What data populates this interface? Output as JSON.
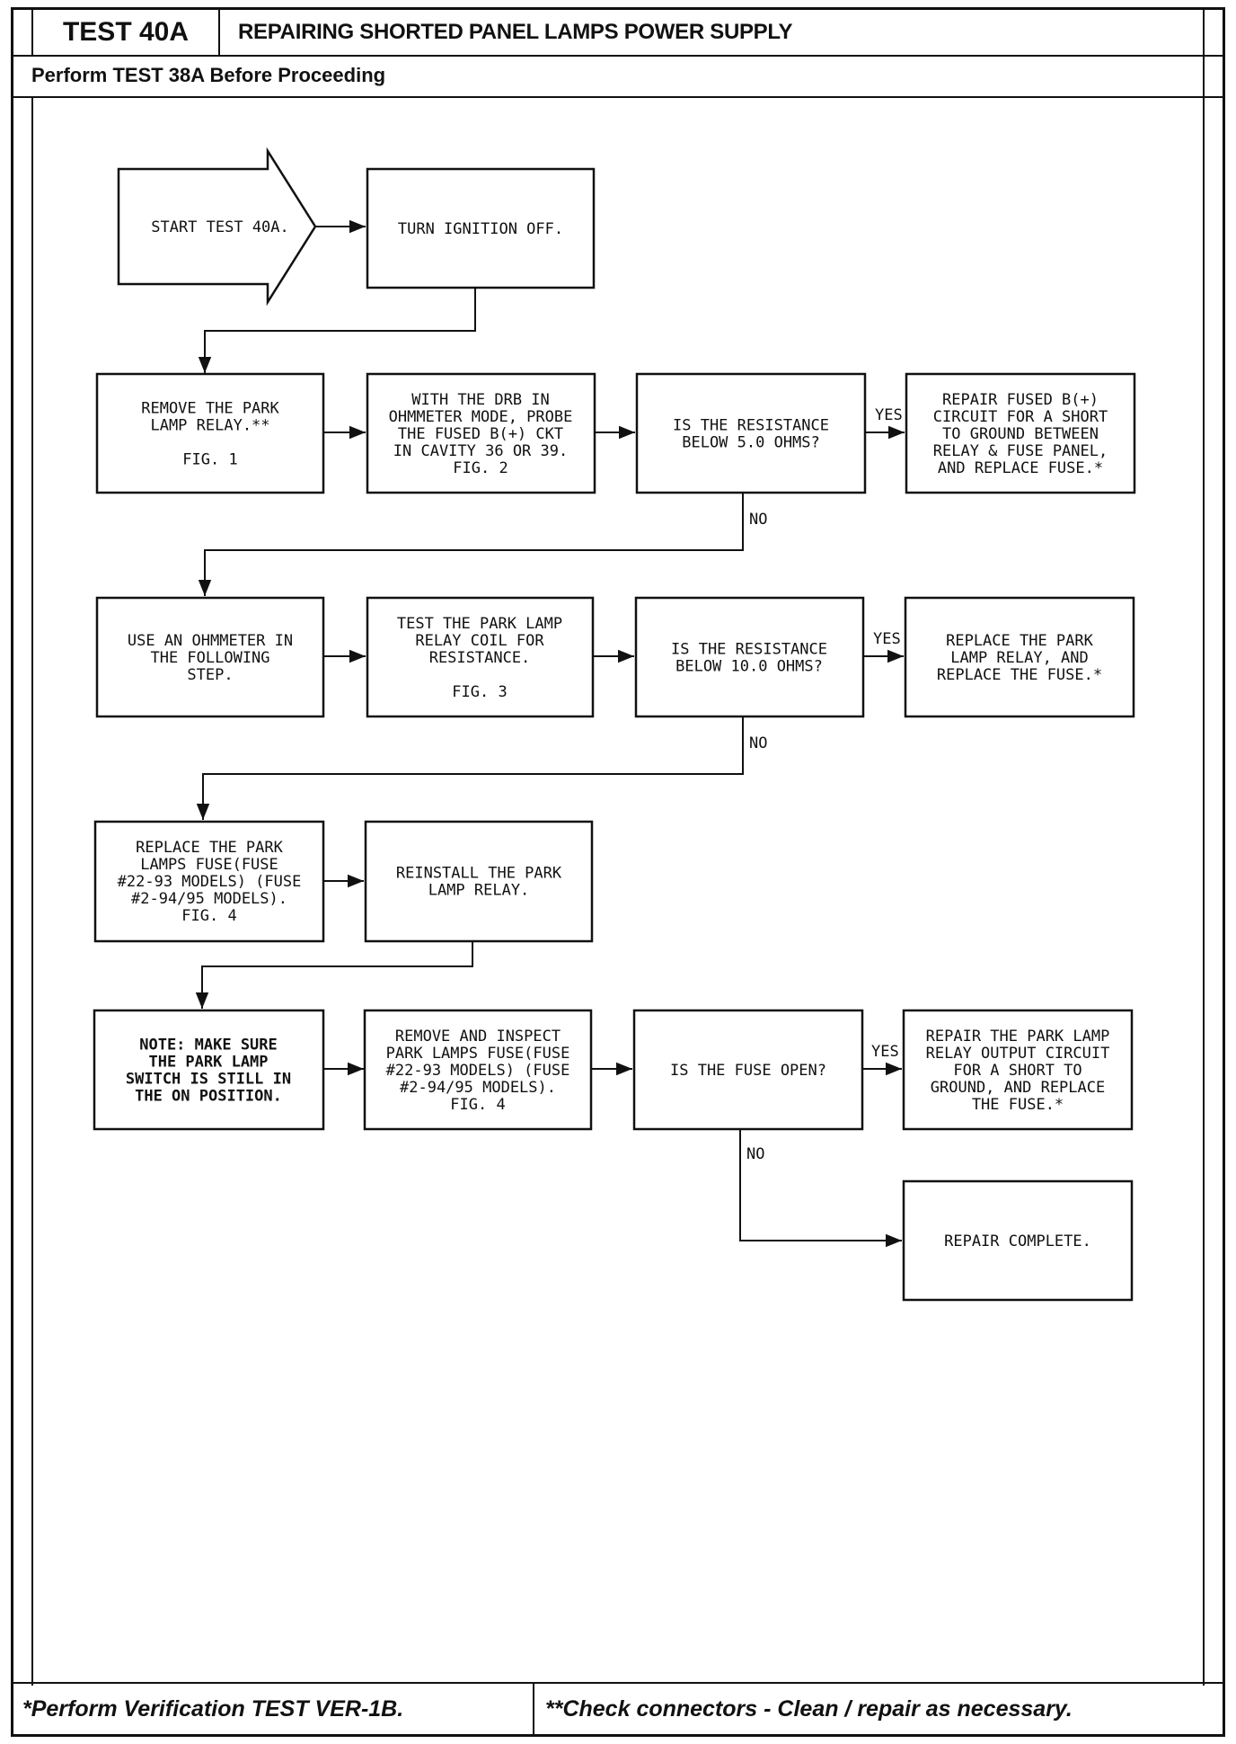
{
  "header": {
    "test_id": "TEST 40A",
    "title": "REPAIRING SHORTED PANEL LAMPS POWER SUPPLY",
    "prerequisite": "Perform TEST 38A Before Proceeding"
  },
  "footer": {
    "note_single": "*Perform Verification TEST VER-1B.",
    "note_double": "**Check connectors - Clean / repair as necessary."
  },
  "flowchart": {
    "start": {
      "lines": [
        "START TEST 40A."
      ]
    },
    "ignition_off": {
      "lines": [
        "TURN IGNITION OFF."
      ]
    },
    "remove_relay": {
      "lines": [
        "REMOVE THE PARK",
        "LAMP RELAY.**",
        "",
        "FIG. 1"
      ]
    },
    "probe_fused": {
      "lines": [
        "WITH THE DRB IN",
        "OHMMETER MODE, PROBE",
        "THE FUSED B(+) CKT",
        "IN CAVITY 36 OR 39.",
        "FIG. 2"
      ]
    },
    "q_res_5": {
      "lines": [
        "IS THE RESISTANCE",
        "BELOW 5.0 OHMS?"
      ]
    },
    "repair_fused": {
      "lines": [
        "REPAIR FUSED B(+)",
        "CIRCUIT FOR A SHORT",
        "TO GROUND BETWEEN",
        "RELAY & FUSE PANEL,",
        "AND REPLACE FUSE.*"
      ]
    },
    "use_ohmmeter": {
      "lines": [
        "USE AN OHMMETER IN",
        "THE FOLLOWING",
        "STEP."
      ]
    },
    "test_coil": {
      "lines": [
        "TEST THE PARK LAMP",
        "RELAY COIL FOR",
        "RESISTANCE.",
        "",
        "FIG. 3"
      ]
    },
    "q_res_10": {
      "lines": [
        "IS THE RESISTANCE",
        "BELOW 10.0 OHMS?"
      ]
    },
    "replace_relay": {
      "lines": [
        "REPLACE THE PARK",
        "LAMP RELAY, AND",
        "REPLACE THE FUSE.*"
      ]
    },
    "replace_fuse": {
      "lines": [
        "REPLACE THE PARK",
        "LAMPS FUSE(FUSE",
        "#22-93 MODELS) (FUSE",
        "#2-94/95 MODELS).",
        "FIG. 4"
      ]
    },
    "reinstall_relay": {
      "lines": [
        "REINSTALL THE PARK",
        "LAMP RELAY."
      ]
    },
    "note_switch": {
      "lines": [
        "NOTE: MAKE SURE",
        "THE PARK LAMP",
        "SWITCH IS STILL IN",
        "THE ON POSITION."
      ]
    },
    "inspect_fuse": {
      "lines": [
        "REMOVE AND INSPECT",
        "PARK LAMPS FUSE(FUSE",
        "#22-93 MODELS) (FUSE",
        "#2-94/95 MODELS).",
        "FIG. 4"
      ]
    },
    "q_fuse_open": {
      "lines": [
        "IS THE FUSE OPEN?"
      ]
    },
    "repair_output": {
      "lines": [
        "REPAIR THE PARK LAMP",
        "RELAY OUTPUT CIRCUIT",
        "FOR A SHORT TO",
        "GROUND, AND REPLACE",
        "THE FUSE.*"
      ]
    },
    "repair_complete": {
      "lines": [
        "REPAIR COMPLETE."
      ]
    },
    "labels": {
      "yes": "YES",
      "no": "NO"
    }
  }
}
